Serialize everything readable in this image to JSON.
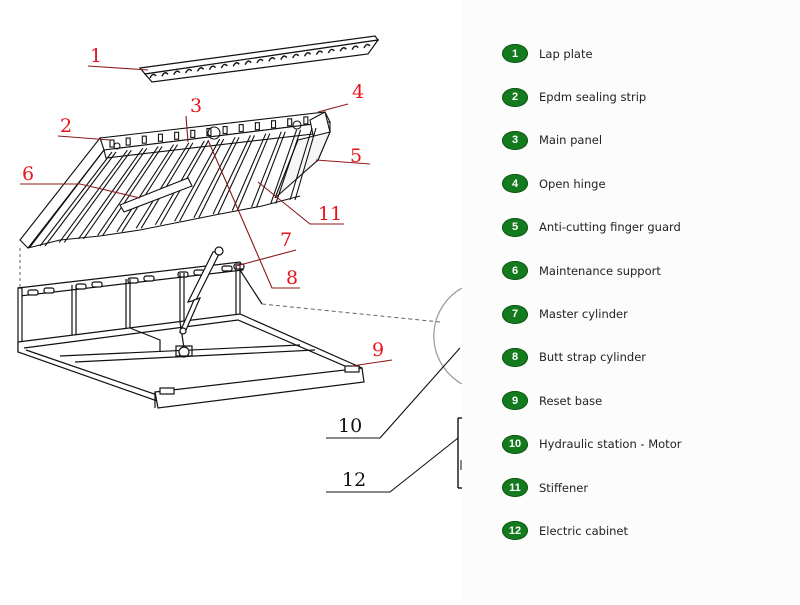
{
  "colors": {
    "badge": "#147a1e",
    "callout_red": "#e8141c",
    "callout_line_red": "#8b1a1a",
    "line": "#111111"
  },
  "callouts": [
    {
      "num": "1",
      "style": "red"
    },
    {
      "num": "2",
      "style": "red"
    },
    {
      "num": "3",
      "style": "red"
    },
    {
      "num": "4",
      "style": "red"
    },
    {
      "num": "5",
      "style": "red"
    },
    {
      "num": "6",
      "style": "red"
    },
    {
      "num": "7",
      "style": "red"
    },
    {
      "num": "8",
      "style": "red"
    },
    {
      "num": "9",
      "style": "red"
    },
    {
      "num": "10",
      "style": "dark"
    },
    {
      "num": "11",
      "style": "red"
    },
    {
      "num": "12",
      "style": "dark"
    }
  ],
  "legend": [
    {
      "num": "1",
      "label": "Lap plate"
    },
    {
      "num": "2",
      "label": "Epdm sealing strip"
    },
    {
      "num": "3",
      "label": "Main panel"
    },
    {
      "num": "4",
      "label": "Open hinge"
    },
    {
      "num": "5",
      "label": "Anti-cutting finger guard"
    },
    {
      "num": "6",
      "label": "Maintenance support"
    },
    {
      "num": "7",
      "label": "Master cylinder"
    },
    {
      "num": "8",
      "label": "Butt strap cylinder"
    },
    {
      "num": "9",
      "label": "Reset base"
    },
    {
      "num": "10",
      "label": "Hydraulic station - Motor"
    },
    {
      "num": "11",
      "label": "Stiffener"
    },
    {
      "num": "12",
      "label": "Electric cabinet"
    }
  ]
}
